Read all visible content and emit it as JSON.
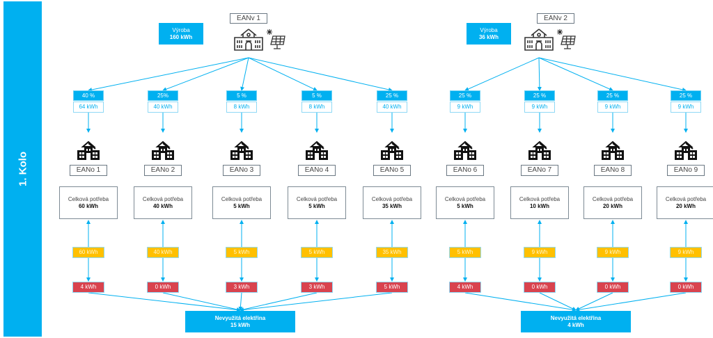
{
  "round_label": "1. Kolo",
  "colors": {
    "blue": "#00b0f0",
    "yellow": "#ffc000",
    "red": "#d9434e"
  },
  "groups": [
    {
      "source": {
        "label": "EANv 1",
        "production_label": "Výroba",
        "production_value": "160 kWh",
        "icons": [
          "school-building-icon",
          "solar-panel-icon"
        ]
      },
      "consumers": [
        {
          "share": "40 %",
          "allocated": "64 kWh",
          "label": "EANo 1",
          "need_label": "Celková potřeba",
          "need_value": "60 kWh",
          "used": "60 kWh",
          "unused": "4 kWh"
        },
        {
          "share": "25%",
          "allocated": "40 kWh",
          "label": "EANo 2",
          "need_label": "Celková potřeba",
          "need_value": "40 kWh",
          "used": "40 kWh",
          "unused": "0 kWh"
        },
        {
          "share": "5 %",
          "allocated": "8 kWh",
          "label": "EANo 3",
          "need_label": "Celková potřeba",
          "need_value": "5 kWh",
          "used": "5 kWh",
          "unused": "3 kWh"
        },
        {
          "share": "5 %",
          "allocated": "8 kWh",
          "label": "EANo 4",
          "need_label": "Celková potřeba",
          "need_value": "5 kWh",
          "used": "5 kWh",
          "unused": "3 kWh"
        },
        {
          "share": "25 %",
          "allocated": "40 kWh",
          "label": "EANo 5",
          "need_label": "Celková potřeba",
          "need_value": "35 kWh",
          "used": "35 kWh",
          "unused": "5 kWh"
        }
      ],
      "total": {
        "label": "Nevyužitá elektřina",
        "value": "15 kWh"
      }
    },
    {
      "source": {
        "label": "EANv 2",
        "production_label": "Výroba",
        "production_value": "36 kWh",
        "icons": [
          "school-building-icon",
          "solar-panel-icon"
        ]
      },
      "consumers": [
        {
          "share": "25 %",
          "allocated": "9 kWh",
          "label": "EANo 6",
          "need_label": "Celková potřeba",
          "need_value": "5 kWh",
          "used": "5 kWh",
          "unused": "4 kWh"
        },
        {
          "share": "25 %",
          "allocated": "9 kWh",
          "label": "EANo 7",
          "need_label": "Celková potřeba",
          "need_value": "10 kWh",
          "used": "9 kWh",
          "unused": "0 kWh"
        },
        {
          "share": "25 %",
          "allocated": "9 kWh",
          "label": "EANo 8",
          "need_label": "Celková potřeba",
          "need_value": "20 kWh",
          "used": "9 kWh",
          "unused": "0 kWh"
        },
        {
          "share": "25 %",
          "allocated": "9 kWh",
          "label": "EANo 9",
          "need_label": "Celková potřeba",
          "need_value": "20 kWh",
          "used": "9 kWh",
          "unused": "0 kWh"
        }
      ],
      "total": {
        "label": "Nevyužitá elektřina",
        "value": "4 kWh"
      }
    }
  ]
}
